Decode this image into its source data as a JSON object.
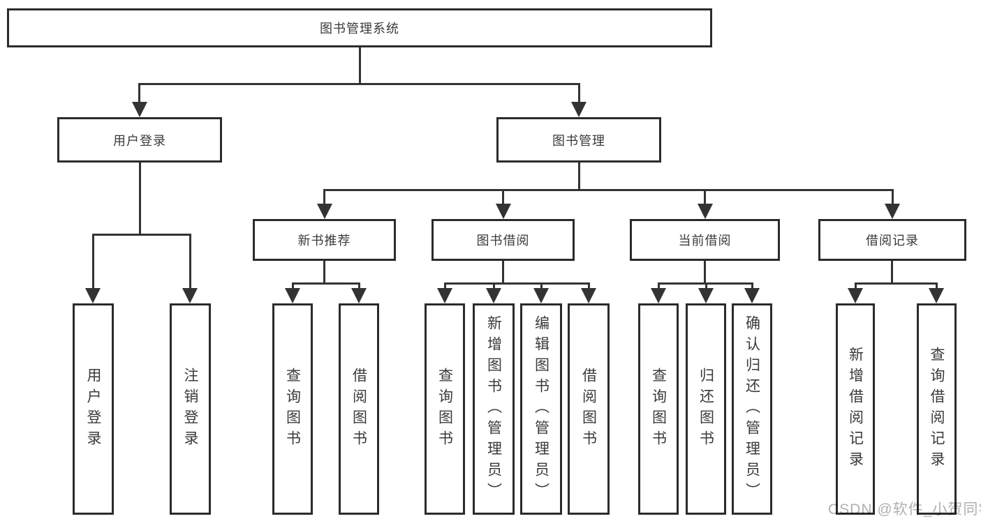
{
  "diagram": {
    "title": "图书管理系统",
    "watermark": "CSDN @软件_小贺同学",
    "colors": {
      "line": "#333333",
      "box_border": "#2b2b2b",
      "text": "#3a3a3a",
      "background": "#ffffff",
      "watermark": "#b0b0b0"
    },
    "nodes": {
      "root": "图书管理系统",
      "user_login": "用户登录",
      "book_mgmt": "图书管理",
      "new_book": "新书推荐",
      "book_borrow": "图书借阅",
      "current_borrow": "当前借阅",
      "borrow_records": "借阅记录",
      "leaf_user_login": "用户登录",
      "leaf_logout": "注销登录",
      "leaf_nb_query": "查询图书",
      "leaf_nb_borrow": "借阅图书",
      "leaf_bb_query": "查询图书",
      "leaf_bb_add": "新增图书（管理员）",
      "leaf_bb_edit": "编辑图书（管理员）",
      "leaf_bb_borrow": "借阅图书",
      "leaf_cb_query": "查询图书",
      "leaf_cb_return": "归还图书",
      "leaf_cb_confirm": "确认归还（管理员）",
      "leaf_br_add": "新增借阅记录",
      "leaf_br_query": "查询借阅记录"
    }
  }
}
